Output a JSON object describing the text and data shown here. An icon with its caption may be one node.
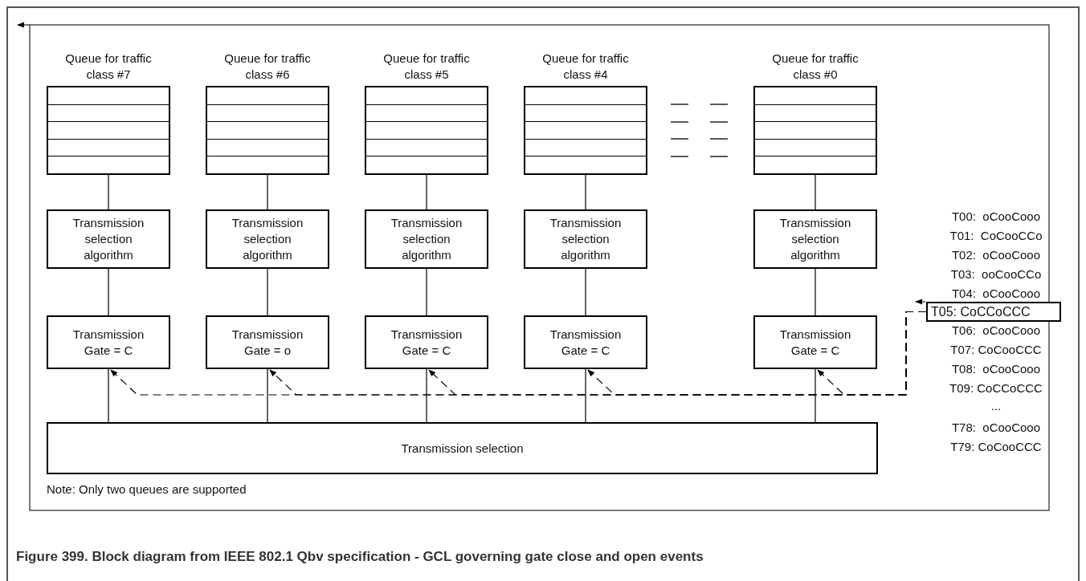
{
  "diagram": {
    "caption": "Figure 399.  Block diagram from IEEE 802.1 Qbv specification - GCL governing gate close and open events",
    "nodes": [
      {
        "text": [
          "Queue for traffic class #7"
        ]
      },
      {
        "text": [
          "Queue for traffic class #6"
        ]
      },
      {
        "text": [
          "Queue for traffic class #5"
        ]
      },
      {
        "text": [
          "Queue for traffic class #4"
        ]
      },
      {
        "text": [
          "Queue for traffic class #0"
        ]
      },
      {
        "text": [
          "Transmission selection algorithm"
        ]
      },
      {
        "text": [
          "Transmission selection algorithm"
        ]
      },
      {
        "text": [
          "Transmission selection algorithm"
        ]
      },
      {
        "text": [
          "Transmission selection algorithm"
        ]
      },
      {
        "text": [
          "Transmission selection algorithm"
        ]
      },
      {
        "text": [
          "Transmission Gate = C"
        ]
      },
      {
        "text": [
          "Transmission Gate = o"
        ]
      },
      {
        "text": [
          "Transmission Gate = C"
        ]
      },
      {
        "text": [
          "Transmission Gate = C"
        ]
      },
      {
        "text": [
          "Transmission Gate = C"
        ]
      },
      {
        "text": [
          "Transmission selection"
        ]
      },
      {
        "text": [
          "T05: CoCCoCCC"
        ]
      }
    ],
    "edges": [
      {
        "from": 0,
        "to": 5,
        "arrow": "none"
      },
      {
        "from": 1,
        "to": 6,
        "arrow": "none"
      },
      {
        "from": 2,
        "to": 7,
        "arrow": "none"
      },
      {
        "from": 3,
        "to": 8,
        "arrow": "none"
      },
      {
        "from": 4,
        "to": 9,
        "arrow": "none"
      },
      {
        "from": 5,
        "to": 10,
        "arrow": "none"
      },
      {
        "from": 6,
        "to": 11,
        "arrow": "none"
      },
      {
        "from": 7,
        "to": 12,
        "arrow": "none"
      },
      {
        "from": 8,
        "to": 13,
        "arrow": "none"
      },
      {
        "from": 9,
        "to": 14,
        "arrow": "none"
      },
      {
        "from": 10,
        "to": 15,
        "arrow": "none"
      },
      {
        "from": 11,
        "to": 15,
        "arrow": "none"
      },
      {
        "from": 12,
        "to": 15,
        "arrow": "none"
      },
      {
        "from": 13,
        "to": 15,
        "arrow": "none"
      },
      {
        "from": 14,
        "to": 15,
        "arrow": "none"
      },
      {
        "from": 16,
        "to": 10,
        "arrow": "to",
        "style": "dashed"
      },
      {
        "from": 16,
        "to": 11,
        "arrow": "to",
        "style": "dashed"
      },
      {
        "from": 16,
        "to": 12,
        "arrow": "to",
        "style": "dashed"
      },
      {
        "from": 16,
        "to": 13,
        "arrow": "to",
        "style": "dashed"
      },
      {
        "from": 16,
        "to": 14,
        "arrow": "to",
        "style": "dashed"
      }
    ],
    "labels": [
      "T00:  oCooCooo",
      "T01:  CoCooCCo",
      "T02:  oCooCooo",
      "T03:  ooCooCCo",
      "T04:  oCooCooo",
      "T06:  oCooCooo",
      "T07: CoCooCCC",
      "T08:  oCooCooo",
      "T09: CoCCoCCC",
      "...",
      "T78:  oCooCooo",
      "T79: CoCooCCC",
      "Note: Only two queues are supported"
    ]
  }
}
